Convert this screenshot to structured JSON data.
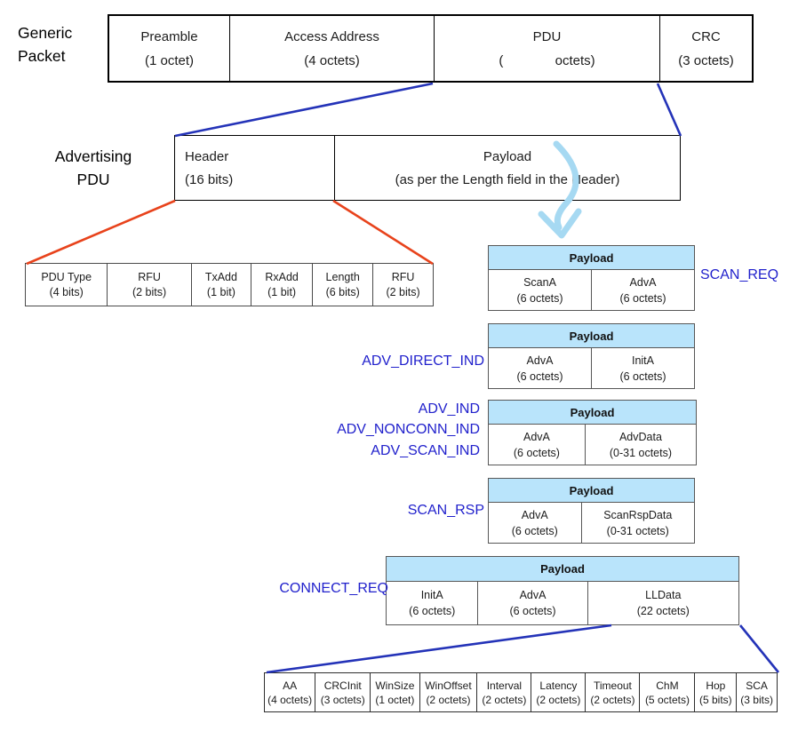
{
  "colors": {
    "label_blue": "#2121cc",
    "connector_blue": "#2433b8",
    "connector_red": "#e8431c",
    "arrow_light_blue": "#a6d9f2",
    "payload_header_bg": "#b9e4fb"
  },
  "generic_packet": {
    "label_lines": [
      "Generic",
      "Packet"
    ],
    "cells": [
      {
        "name": "Preamble",
        "size": "(1 octet)"
      },
      {
        "name": "Access Address",
        "size": "(4 octets)"
      },
      {
        "name": "PDU",
        "size": "(              octets)"
      },
      {
        "name": "CRC",
        "size": "(3 octets)"
      }
    ]
  },
  "advertising_pdu": {
    "label_lines": [
      "Advertising",
      "PDU"
    ],
    "cells": [
      {
        "name": "Header",
        "size": "(16 bits)"
      },
      {
        "name": "Payload",
        "size": "(as per the Length field in the Header)"
      }
    ]
  },
  "header_fields": [
    {
      "name": "PDU Type",
      "size": "(4 bits)"
    },
    {
      "name": "RFU",
      "size": "(2 bits)"
    },
    {
      "name": "TxAdd",
      "size": "(1 bit)"
    },
    {
      "name": "RxAdd",
      "size": "(1 bit)"
    },
    {
      "name": "Length",
      "size": "(6 bits)"
    },
    {
      "name": "RFU",
      "size": "(2 bits)"
    }
  ],
  "pdu_types": [
    {
      "label": "SCAN_REQ",
      "header": "Payload",
      "fields": [
        {
          "name": "ScanA",
          "size": "(6 octets)"
        },
        {
          "name": "AdvA",
          "size": "(6 octets)"
        }
      ]
    },
    {
      "label": "ADV_DIRECT_IND",
      "header": "Payload",
      "fields": [
        {
          "name": "AdvA",
          "size": "(6 octets)"
        },
        {
          "name": "InitA",
          "size": "(6 octets)"
        }
      ]
    },
    {
      "labels": [
        "ADV_IND",
        "ADV_NONCONN_IND",
        "ADV_SCAN_IND"
      ],
      "header": "Payload",
      "fields": [
        {
          "name": "AdvA",
          "size": "(6 octets)"
        },
        {
          "name": "AdvData",
          "size": "(0-31 octets)"
        }
      ]
    },
    {
      "label": "SCAN_RSP",
      "header": "Payload",
      "fields": [
        {
          "name": "AdvA",
          "size": "(6 octets)"
        },
        {
          "name": "ScanRspData",
          "size": "(0-31 octets)"
        }
      ]
    },
    {
      "label": "CONNECT_REQ",
      "header": "Payload",
      "fields": [
        {
          "name": "InitA",
          "size": "(6 octets)"
        },
        {
          "name": "AdvA",
          "size": "(6 octets)"
        },
        {
          "name": "LLData",
          "size": "(22 octets)"
        }
      ]
    }
  ],
  "lldata_fields": [
    {
      "name": "AA",
      "size": "(4 octets)"
    },
    {
      "name": "CRCInit",
      "size": "(3 octets)"
    },
    {
      "name": "WinSize",
      "size": "(1 octet)"
    },
    {
      "name": "WinOffset",
      "size": "(2 octets)"
    },
    {
      "name": "Interval",
      "size": "(2 octets)"
    },
    {
      "name": "Latency",
      "size": "(2 octets)"
    },
    {
      "name": "Timeout",
      "size": "(2 octets)"
    },
    {
      "name": "ChM",
      "size": "(5 octets)"
    },
    {
      "name": "Hop",
      "size": "(5 bits)"
    },
    {
      "name": "SCA",
      "size": "(3 bits)"
    }
  ]
}
